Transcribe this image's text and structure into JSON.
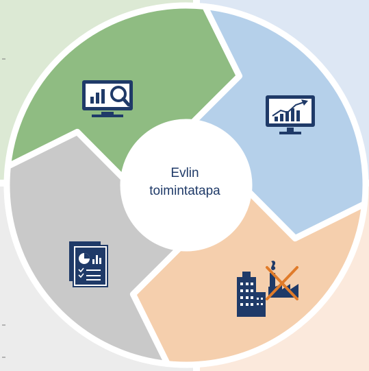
{
  "center": {
    "line1": "Evlin",
    "line2": "toimintatapa"
  },
  "segments": [
    {
      "id": "analyze",
      "fill": "#8fbc82",
      "icon": "monitor-magnifier-chart-icon"
    },
    {
      "id": "growth",
      "fill": "#b5d0ea",
      "icon": "monitor-rising-chart-icon"
    },
    {
      "id": "exclude",
      "fill": "#f5cfad",
      "icon": "buildings-factory-crossed-icon"
    },
    {
      "id": "report",
      "fill": "#c9c9c9",
      "icon": "report-document-icon"
    }
  ],
  "colors": {
    "navy": "#1f3a68",
    "orange_cross": "#e07b2a",
    "bg_green": "#dce9d4",
    "bg_blue": "#dde7f4",
    "bg_peach": "#fbe9dc",
    "bg_grey": "#ececec"
  }
}
